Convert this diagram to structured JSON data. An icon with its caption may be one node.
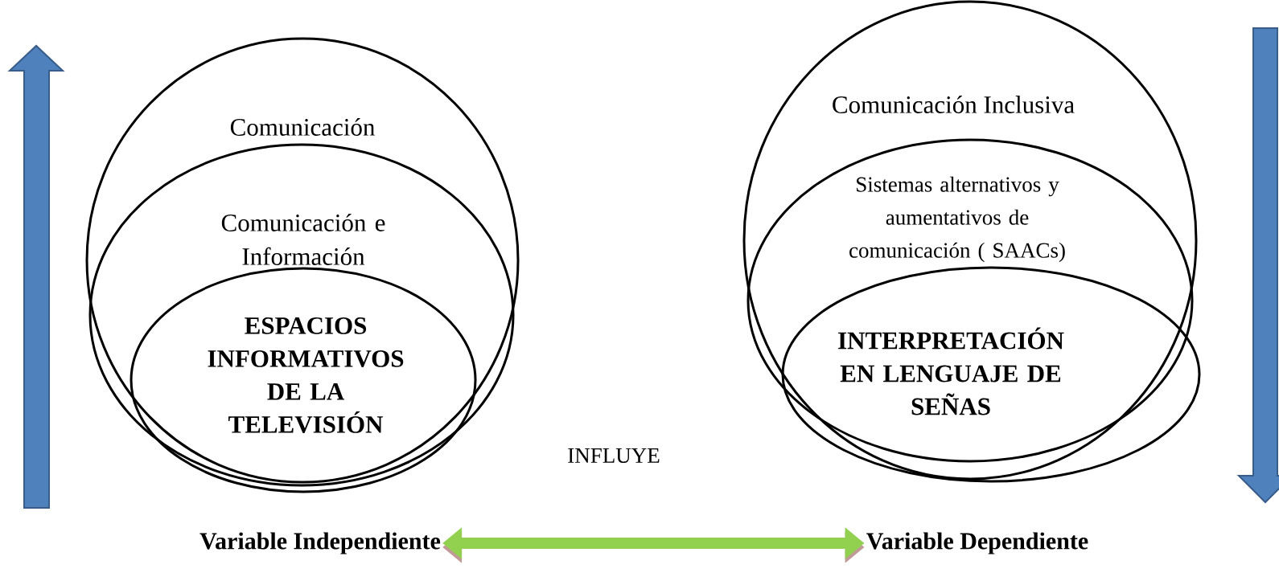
{
  "diagram": {
    "nodes": [
      {
        "text": [
          "Comunicación"
        ]
      },
      {
        "text": [
          "Comunicación e Información"
        ],
        "in": 0
      },
      {
        "text": [
          "ESPACIOS INFORMATIVOS DE LA TELEVISIÓN"
        ],
        "in": 1
      },
      {
        "text": [
          "Comunicación Inclusiva"
        ]
      },
      {
        "text": [
          "Sistemas alternativos y aumentativos de comunicación ( SAACs)"
        ],
        "in": 3
      },
      {
        "text": [
          "INTERPRETACIÓN EN LENGUAJE DE SEÑAS"
        ],
        "in": 4
      },
      {
        "text": [
          "Variable Independiente"
        ]
      },
      {
        "text": [
          "Variable Dependiente"
        ]
      }
    ],
    "edges": [
      {
        "from": 6,
        "to": 7,
        "arrow": "both",
        "label": "INFLUYE",
        "color": "#92d050"
      }
    ]
  }
}
